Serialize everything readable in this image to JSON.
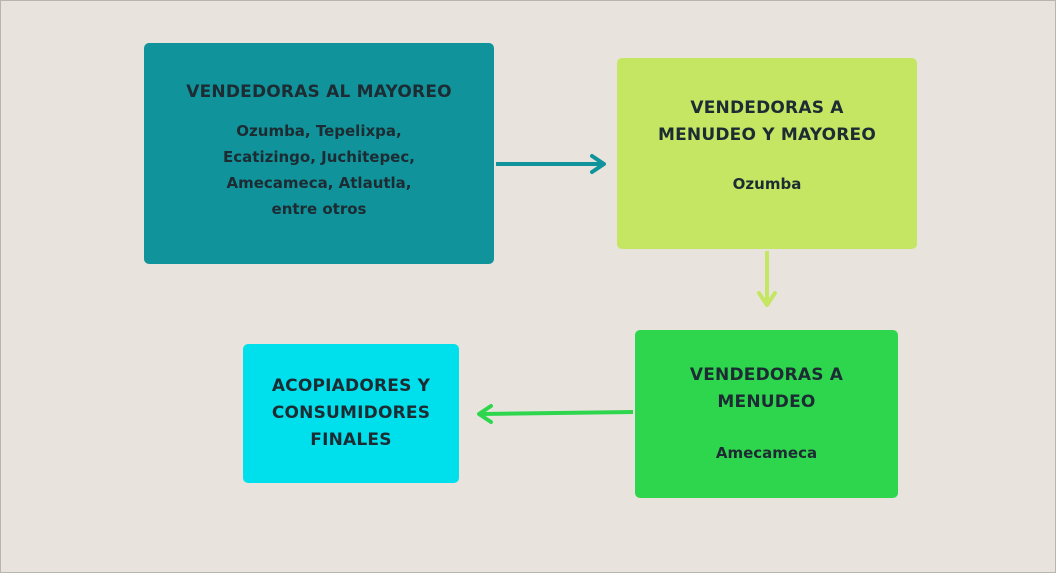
{
  "colors": {
    "background": "#e8e4dd",
    "mayoreo": "#10939a",
    "menudeo_mayoreo": "#c4e663",
    "menudeo": "#2ed64e",
    "acopiadores": "#00e0ec",
    "arrow_teal": "#10939a",
    "arrow_lime": "#c4e663",
    "arrow_green": "#2ed64e",
    "text": "#1d2b33"
  },
  "nodes": {
    "mayoreo": {
      "title": "VENDEDORAS AL MAYOREO",
      "lines": [
        "Ozumba, Tepelixpa,",
        "Ecatizingo, Juchitepec,",
        "Amecameca, Atlautla,",
        "entre otros"
      ]
    },
    "menudeo_mayoreo": {
      "title_lines": [
        "VENDEDORAS A",
        "MENUDEO Y MAYOREO"
      ],
      "body": "Ozumba"
    },
    "menudeo": {
      "title_lines": [
        "VENDEDORAS A",
        "MENUDEO"
      ],
      "body": "Amecameca"
    },
    "acopiadores": {
      "title_lines": [
        "ACOPIADORES Y",
        "CONSUMIDORES",
        "FINALES"
      ]
    }
  },
  "edges": [
    {
      "from": "mayoreo",
      "to": "menudeo_mayoreo"
    },
    {
      "from": "menudeo_mayoreo",
      "to": "menudeo"
    },
    {
      "from": "menudeo",
      "to": "acopiadores"
    }
  ]
}
